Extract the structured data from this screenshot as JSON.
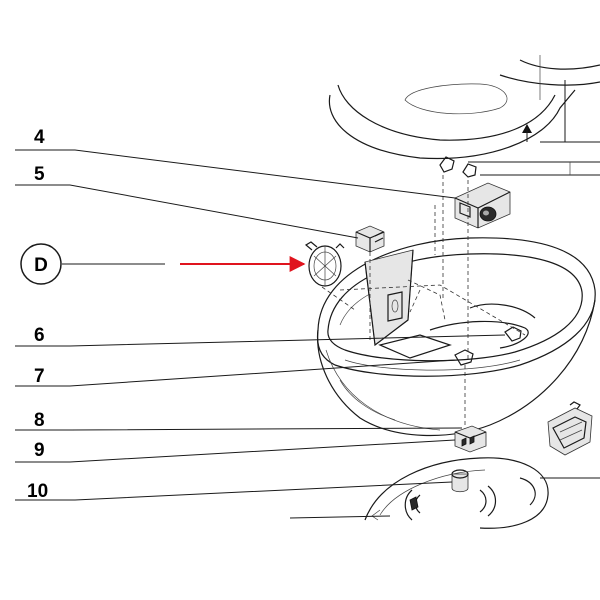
{
  "callouts": {
    "c4": "4",
    "c5": "5",
    "cD": "D",
    "c6": "6",
    "c7": "7",
    "c8": "8",
    "c9": "9",
    "c10": "10"
  },
  "colors": {
    "highlight_arrow": "#e0141e",
    "lines": "#1a1a1a",
    "background": "#ffffff"
  }
}
